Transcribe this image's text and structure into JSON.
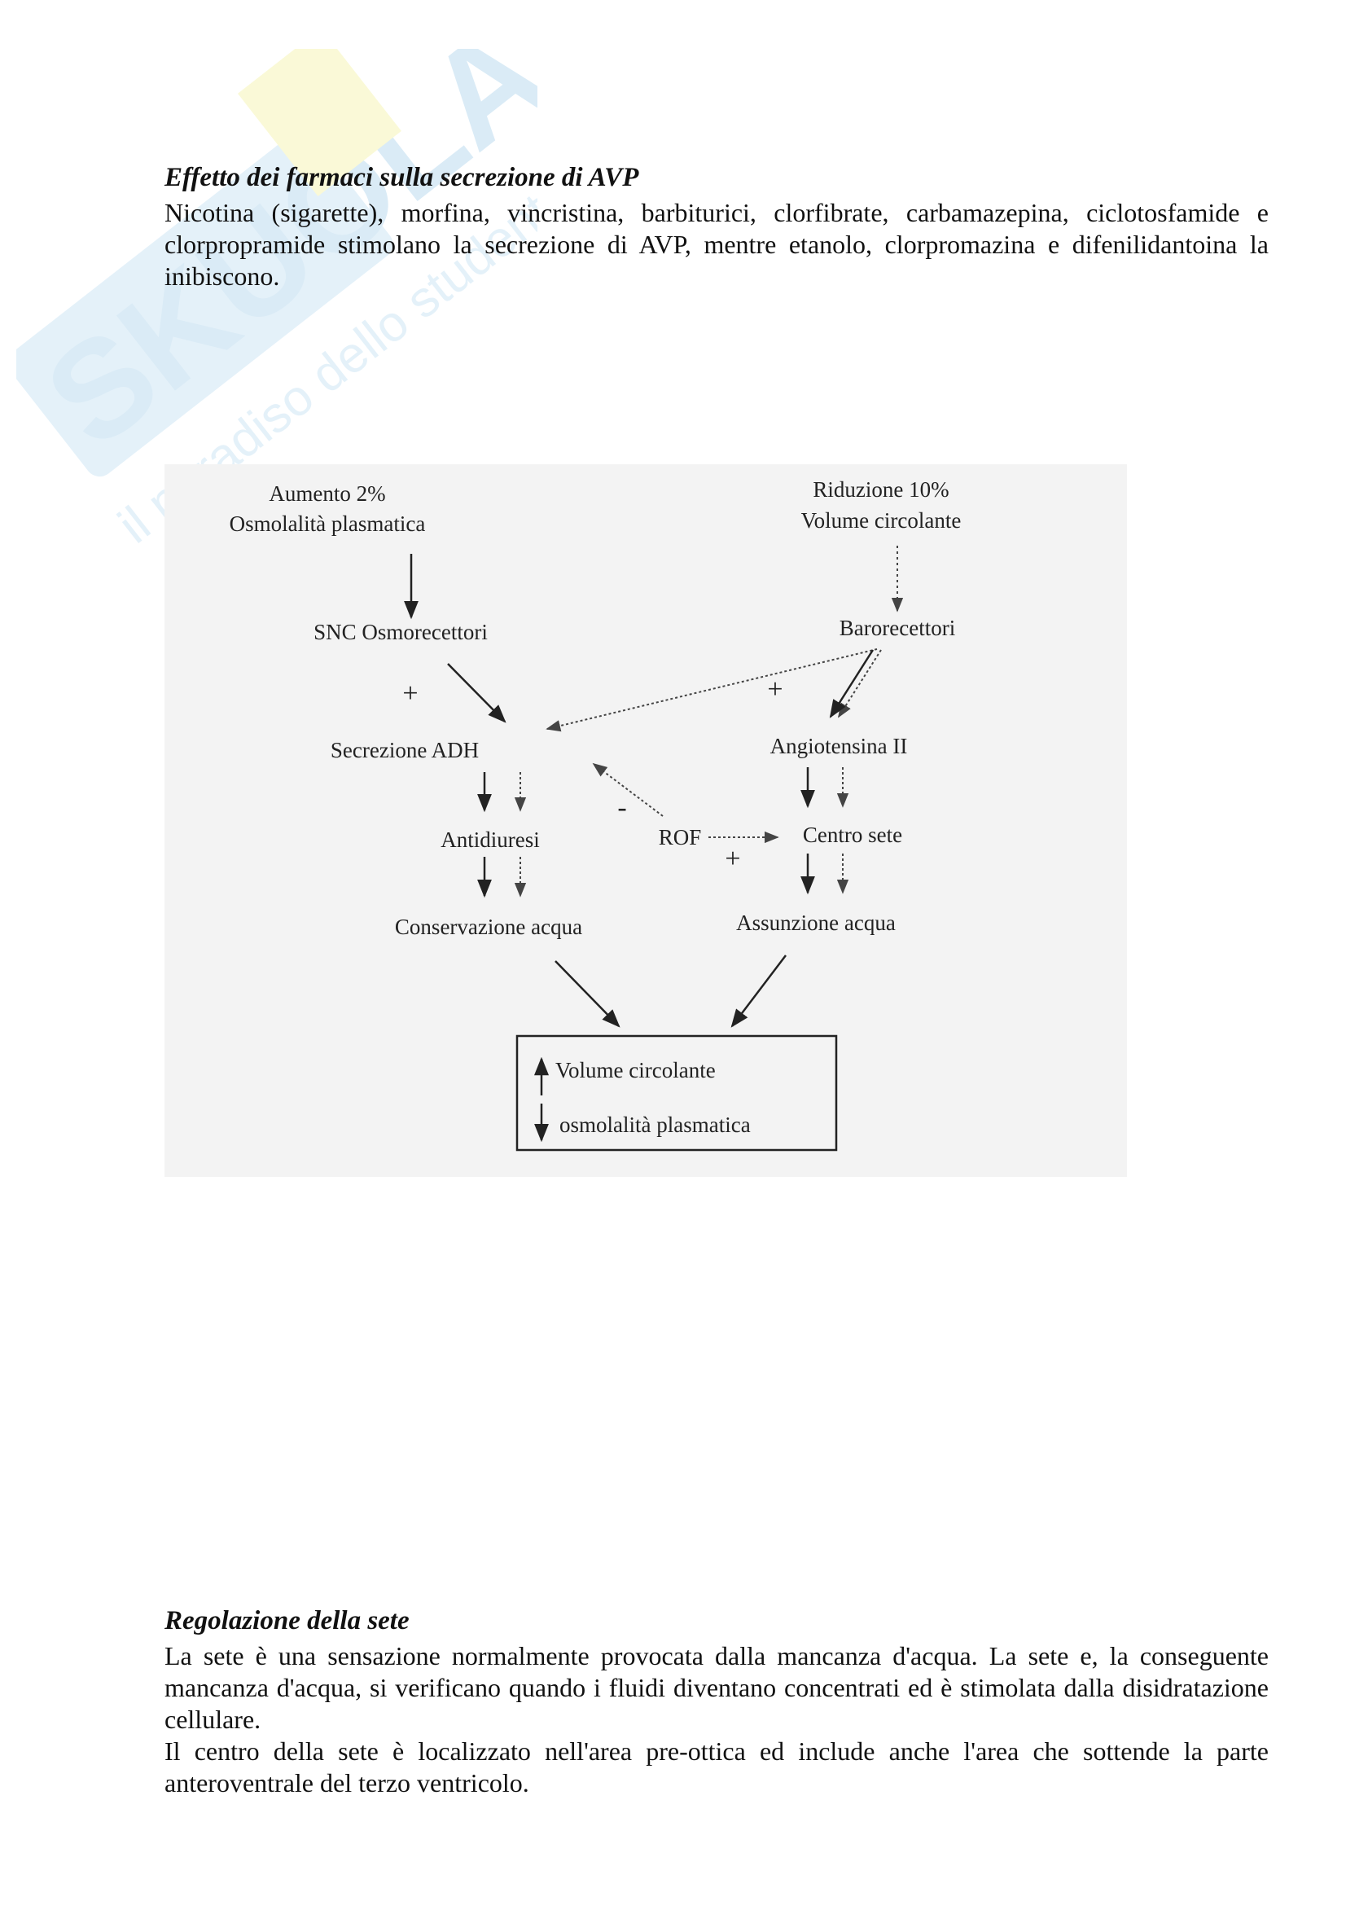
{
  "watermark": {
    "brand": "SKUOLA.net",
    "tagline": "il paradiso dello studente"
  },
  "section1": {
    "title": "Effetto dei farmaci sulla secrezione di AVP",
    "body": "Nicotina (sigarette), morfina, vincristina, barbiturici, clorfibrate, carbamazepina, ciclotosfamide e clorpropramide stimolano la secrezione di AVP, mentre etanolo, clorpromazina e difenilidantoina la inibiscono."
  },
  "diagram": {
    "node_osmo_line1": "Aumento 2%",
    "node_osmo_line2": "Osmolalità plasmatica",
    "node_vol_line1": "Riduzione 10%",
    "node_vol_line2": "Volume circolante",
    "node_snc": "SNC Osmorecettori",
    "node_baro": "Barorecettori",
    "node_adh": "Secrezione ADH",
    "node_angio": "Angiotensina II",
    "node_antidiuresi": "Antidiuresi",
    "node_rof": "ROF",
    "node_centro": "Centro sete",
    "node_conservazione": "Conservazione acqua",
    "node_assunzione": "Assunzione acqua",
    "result_line1": "Volume circolante",
    "result_line2": "osmolalità plasmatica",
    "sign_plus": "+",
    "sign_minus": "-"
  },
  "section2": {
    "title": "Regolazione della sete",
    "body1": "La sete è una sensazione normalmente provocata dalla mancanza d'acqua. La sete e, la conseguente mancanza d'acqua, si verificano quando i fluidi diventano concentrati ed è stimolata dalla disidratazione cellulare.",
    "body2": "Il centro della sete è localizzato nell'area pre-ottica ed include anche l'area che sottende la parte anteroventrale del terzo ventricolo."
  }
}
